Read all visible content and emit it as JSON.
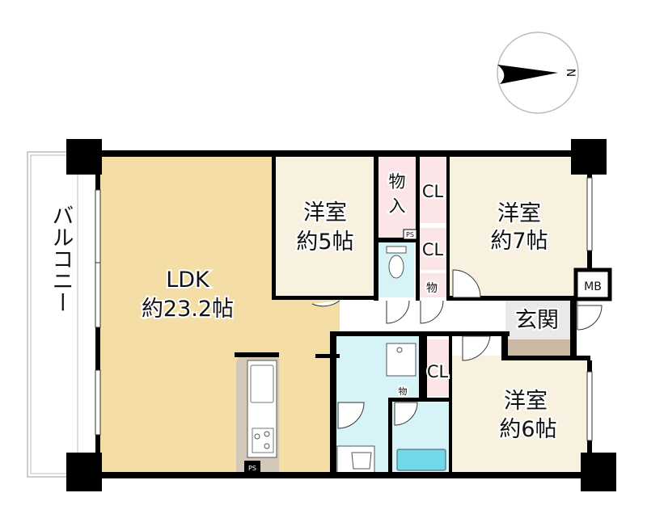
{
  "compass": {
    "label": "N",
    "icon": "north-arrow-icon"
  },
  "balcony": {
    "label": "バルコニー"
  },
  "rooms": {
    "ldk": {
      "name": "LDK",
      "size": "約23.2帖"
    },
    "western5": {
      "name": "洋室",
      "size": "約5帖"
    },
    "western7": {
      "name": "洋室",
      "size": "約7帖"
    },
    "western6": {
      "name": "洋室",
      "size": "約6帖"
    },
    "storage_top_1": "物",
    "storage_top_2": "入",
    "cl_top": "CL",
    "cl_mid": "CL",
    "cl_lower": "CL",
    "ps_upper": "PS",
    "ps_kitchen": "PS",
    "storage_small": "物",
    "storage_wash": "物",
    "mb": "MB",
    "entrance": "玄関"
  },
  "colors": {
    "ldk": "#f5dea6",
    "western": "#f8f1df",
    "closet": "#fbe5e7",
    "water": "#d6f4f8",
    "tub": "#70d9e9",
    "entrance": "#e9e9e9",
    "entrance_step": "#c9b9a5"
  }
}
